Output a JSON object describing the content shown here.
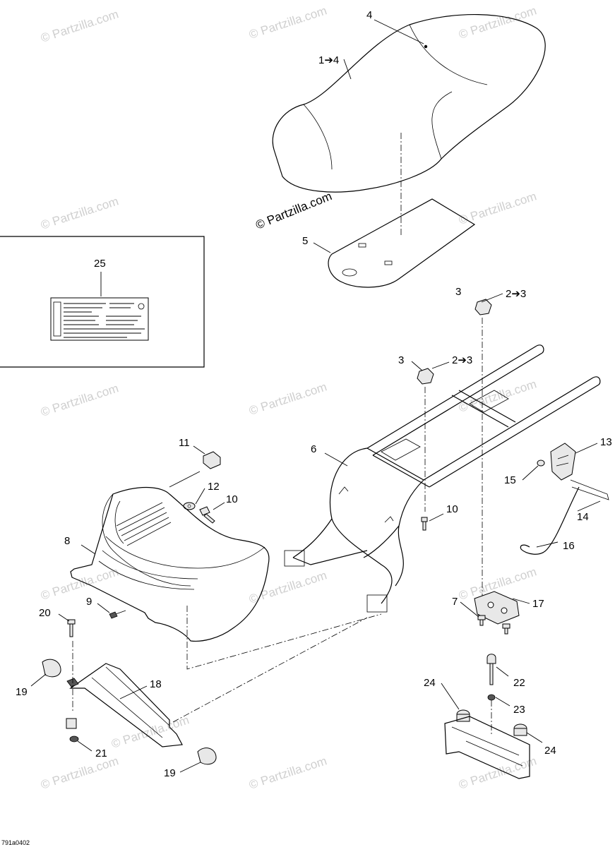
{
  "watermarks": [
    {
      "id": "wm1",
      "text": "© Partzilla.com"
    },
    {
      "id": "wm2",
      "text": "© Partzilla.com"
    },
    {
      "id": "wm3",
      "text": "© Partzilla.com"
    },
    {
      "id": "wm4",
      "text": "© Partzilla.com"
    },
    {
      "id": "wm5",
      "text": "© Partzilla.com"
    },
    {
      "id": "wm6",
      "text": "© Partzilla.com"
    },
    {
      "id": "wm7",
      "text": "© Partzilla.com"
    },
    {
      "id": "wm8",
      "text": "© Partzilla.com"
    },
    {
      "id": "wm9",
      "text": "© Partzilla.com"
    },
    {
      "id": "wm10",
      "text": "© Partzilla.com"
    },
    {
      "id": "wm11",
      "text": "© Partzilla.com"
    },
    {
      "id": "wm12",
      "text": "© Partzilla.com"
    },
    {
      "id": "wm13",
      "text": "© Partzilla.com"
    },
    {
      "id": "wm14",
      "text": "© Partzilla.com"
    },
    {
      "id": "wm15",
      "text": "© Partzilla.com"
    }
  ],
  "center_watermark": "© Partzilla.com",
  "callouts": {
    "c4": "4",
    "c1to4": "1➔4",
    "c5": "5",
    "c25": "25",
    "c3a": "3",
    "c2to3a": "2➔3",
    "c3b": "3",
    "c2to3b": "2➔3",
    "c6": "6",
    "c11": "11",
    "c12": "12",
    "c10a": "10",
    "c10b": "10",
    "c13": "13",
    "c15": "15",
    "c14": "14",
    "c16": "16",
    "c8": "8",
    "c9": "9",
    "c20": "20",
    "c17": "17",
    "c7": "7",
    "c18": "18",
    "c19a": "19",
    "c19b": "19",
    "c21": "21",
    "c22": "22",
    "c23": "23",
    "c24a": "24",
    "c24b": "24"
  },
  "drawing_id": "791a0402"
}
